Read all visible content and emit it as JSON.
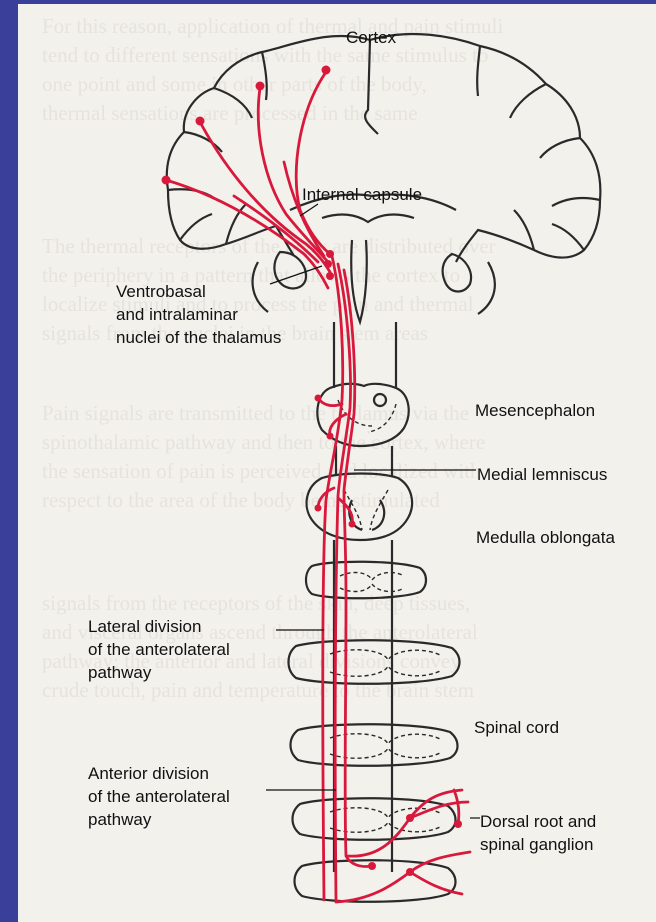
{
  "labels": {
    "cortex": "Cortex",
    "internal_capsule": "Internal capsule",
    "thalamus_1": "Ventrobasal",
    "thalamus_2": "and intralaminar",
    "thalamus_3": "nuclei of the thalamus",
    "mesencephalon": "Mesencephalon",
    "medial_lemniscus": "Medial lemniscus",
    "medulla": "Medulla oblongata",
    "lateral_1": "Lateral division",
    "lateral_2": "of the anterolateral",
    "lateral_3": "pathway",
    "spinal_cord": "Spinal cord",
    "anterior_1": "Anterior division",
    "anterior_2": "of the anterolateral",
    "anterior_3": "pathway",
    "dorsal_1": "Dorsal root and",
    "dorsal_2": "spinal ganglion"
  },
  "colors": {
    "frame": "#3a3f9a",
    "page": "#f3f1ec",
    "pathway": "#d8193c",
    "outline": "#2a2a2a"
  }
}
